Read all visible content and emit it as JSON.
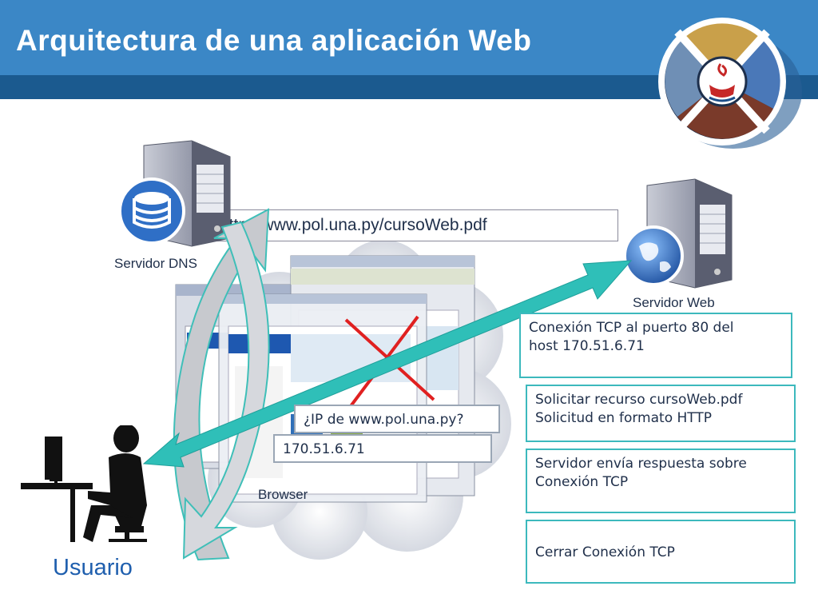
{
  "slide": {
    "title": "Arquitectura de una aplicación Web"
  },
  "labels": {
    "dns_server": "Servidor DNS",
    "web_server": "Servidor Web",
    "browser": "Browser",
    "user": "Usuario"
  },
  "url_bar": {
    "text": "http://www.pol.una.py/cursoWeb.pdf"
  },
  "dns_exchange": {
    "query": "¿IP de www.pol.una.py?",
    "answer": "170.51.6.71"
  },
  "steps": [
    {
      "lines": [
        "Conexión TCP al puerto 80 del",
        "host 170.51.6.71"
      ]
    },
    {
      "lines": [
        "Solicitar recurso cursoWeb.pdf",
        "Solicitud en formato HTTP"
      ]
    },
    {
      "lines": [
        "Servidor envía respuesta sobre",
        "Conexión TCP"
      ]
    },
    {
      "lines": [
        "Cerrar Conexión TCP"
      ]
    }
  ],
  "icons": {
    "logo": "java-logo-icon",
    "dns": "database-server-icon",
    "web": "globe-server-icon",
    "user": "person-at-computer-icon",
    "browser": "browser-window-icon",
    "failed": "red-x-icon"
  },
  "colors": {
    "header": "#3b87c6",
    "header_band": "#1b5a8f",
    "arrow_teal": "#2fbfb8",
    "title_text": "#ffffff",
    "user_label": "#1f5fae",
    "cross": "#e02020"
  }
}
